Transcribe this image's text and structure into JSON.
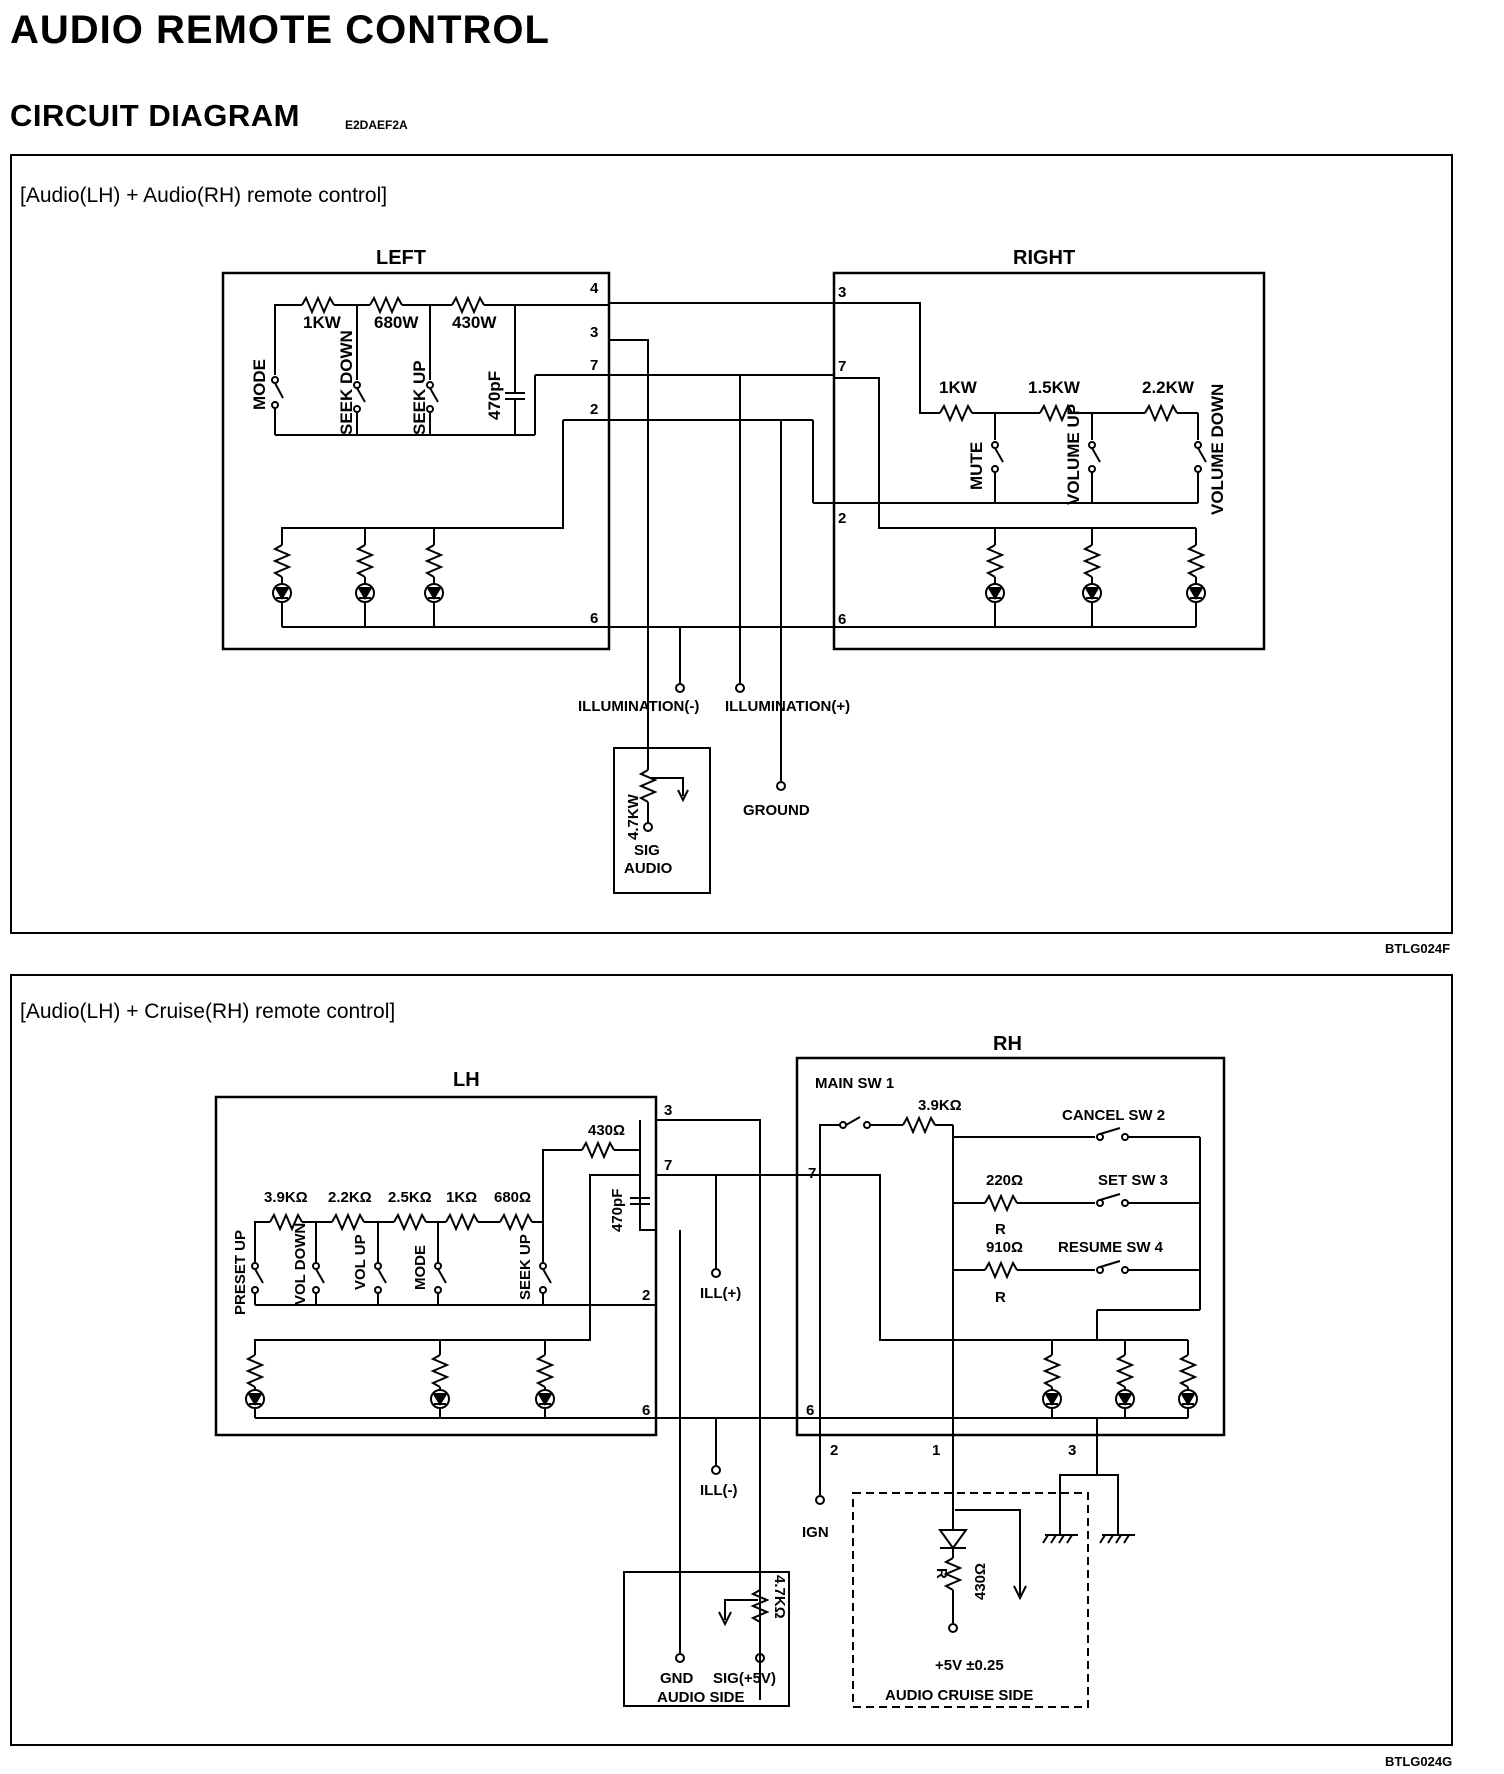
{
  "page_title": "AUDIO REMOTE CONTROL",
  "section_title": "CIRCUIT DIAGRAM",
  "section_code": "E2DAEF2A",
  "diagram1": {
    "title": "[Audio(LH) + Audio(RH) remote control]",
    "figure_code": "BTLG024F",
    "left_label": "LEFT",
    "right_label": "RIGHT",
    "left_resistors": [
      "1KW",
      "680W",
      "430W"
    ],
    "left_switches": [
      "MODE",
      "SEEK DOWN",
      "SEEK UP"
    ],
    "left_capacitor": "470pF",
    "left_pins": [
      "4",
      "3",
      "7",
      "2",
      "6"
    ],
    "right_pins": [
      "3",
      "7",
      "2",
      "6"
    ],
    "right_resistors": [
      "1KW",
      "1.5KW",
      "2.2KW"
    ],
    "right_switches": [
      "MUTE",
      "VOLUME UP",
      "VOLUME DOWN"
    ],
    "illum_minus": "ILLUMINATION(-)",
    "illum_plus": "ILLUMINATION(+)",
    "ground": "GROUND",
    "pot_value": "4.7KW",
    "sig_line1": "SIG",
    "sig_line2": "AUDIO"
  },
  "diagram2": {
    "title": "[Audio(LH) + Cruise(RH) remote control]",
    "figure_code": "BTLG024G",
    "lh_label": "LH",
    "rh_label": "RH",
    "lh_top_resistor": "430Ω",
    "lh_capacitor": "470pF",
    "lh_resistors": [
      "3.9KΩ",
      "2.2KΩ",
      "2.5KΩ",
      "1KΩ",
      "680Ω"
    ],
    "lh_switches": [
      "PRESET UP",
      "VOL DOWN",
      "VOL UP",
      "MODE",
      "SEEK UP"
    ],
    "lh_pins": [
      "3",
      "7",
      "2",
      "6"
    ],
    "rh_pins": [
      "7",
      "6"
    ],
    "main_sw": "MAIN SW 1",
    "main_res": "3.9KΩ",
    "cancel_sw": "CANCEL SW 2",
    "set_sw": "SET SW 3",
    "resume_sw": "RESUME SW 4",
    "r220": "220Ω",
    "r910": "910Ω",
    "r_letter": "R",
    "ill_plus": "ILL(+)",
    "ill_minus": "ILL(-)",
    "ign": "IGN",
    "bottom_pins": [
      "2",
      "1",
      "3"
    ],
    "pot_value": "4.7KΩ",
    "gnd": "GND",
    "sig5v": "SIG(+5V)",
    "audio_side": "AUDIO SIDE",
    "cruise_res": "430Ω",
    "cruise_v": "+5V  ±0.25",
    "cruise_side": "AUDIO CRUISE SIDE"
  }
}
